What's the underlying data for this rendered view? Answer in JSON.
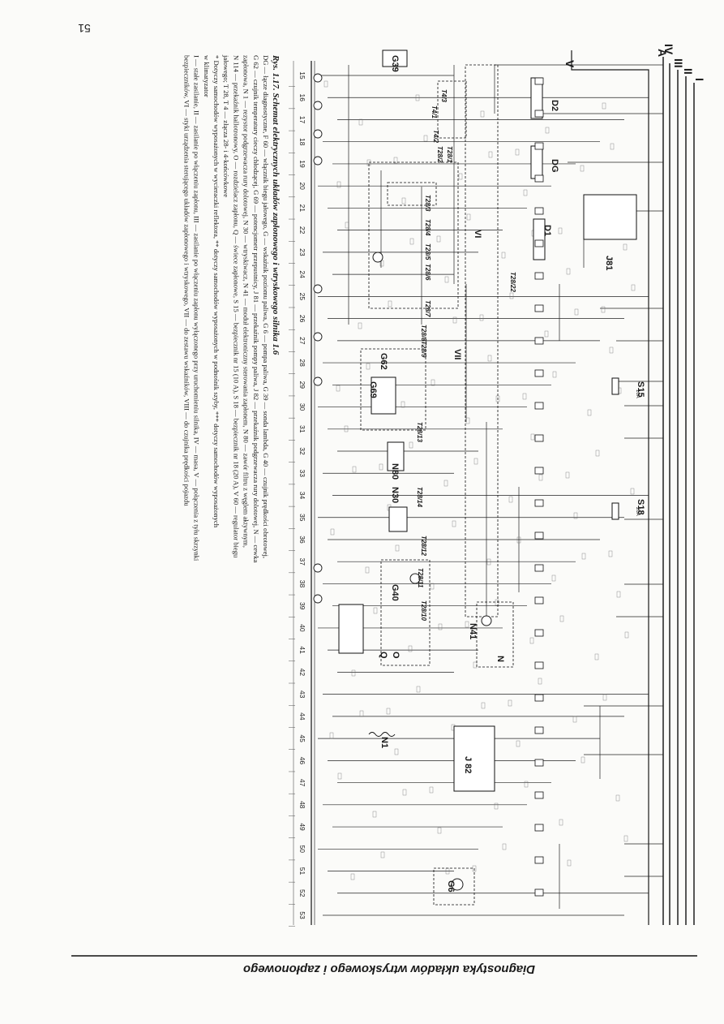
{
  "page_number": "51",
  "footer_title": "Diagnostyka układów wtryskowego i zapłonowego",
  "caption": {
    "heading": "Rys. 1.17. Schemat elektrycznych układów zapłonowego i wtryskowego silnika 1.6",
    "lines": [
      "DG — łącze diagnostyczne, F 60 — włącznik biegu jałowego, G — wskaźnik poziomu paliwa, G 6 — pompa paliwa, G 39 — sonda lambda, G 40 — czujnik prędkości obrotowej,",
      "G 62 — czujnik temperatury cieczy chłodzącej, G 69 — potencjometr przepustnicy, J 81 — przekaźnik pompy paliwa, J 82 — przekaźnik podgrzewacza rury dolotowej, N — cewka",
      "zapłonowa, N 1 — rezystor podgrzewacza rury dolotowej, N 30 — wtryskiwacz, N 41 — moduł elektroniczny sterowania zapłonem, N 80 — zawór filtru z węglem aktywnym,",
      "N 114 — przekaźnik hallotronowy, O — rozdzielacz zapłonu, Q — świece zapłonowe, S 15 — bezpiecznik nr 15 (10 A), S 18 — bezpiecznik nr 18 (20 A), V 60 — regulator biegu",
      "jałowego; T 28, T 4 — złącza 28- i 4-końcówkowe",
      "* Dotyczy samochodów wyposażonych w wycieraczki reflektora, ** dotyczy samochodów wyposażonych w podnośnik szyby, *** dotyczy samochodów wyposażonych",
      "w klimatyzator",
      "I — stałe zasilanie, II — zasilanie po włączeniu zapłonu, III — zasilanie po włączeniu zapłonu wyłączonego przy uruchomieniu silnika, IV — masa, V — połączenia z tyłu skrzynki",
      "bezpieczników, VI — styki urządzenia sterującego układów zapłonowego i wtryskowego, VII — do zestawu wskaźników, VIII — do czujnika prędkości pojazdu"
    ]
  },
  "rail_labels": [
    "IV",
    "III",
    "II",
    "I",
    "A",
    "V"
  ],
  "component_labels": [
    {
      "id": "D2",
      "text": "D2"
    },
    {
      "id": "DG",
      "text": "DG"
    },
    {
      "id": "D1",
      "text": "D1"
    },
    {
      "id": "J81",
      "text": "J81"
    },
    {
      "id": "VI",
      "text": "VI"
    },
    {
      "id": "VII",
      "text": "VII"
    },
    {
      "id": "G39",
      "text": "G39"
    },
    {
      "id": "G62",
      "text": "G62"
    },
    {
      "id": "G69",
      "text": "G69"
    },
    {
      "id": "S15",
      "text": "S15"
    },
    {
      "id": "S18",
      "text": "S18"
    },
    {
      "id": "N80",
      "text": "N80"
    },
    {
      "id": "N30",
      "text": "N30"
    },
    {
      "id": "G40",
      "text": "G40"
    },
    {
      "id": "N41",
      "text": "N41"
    },
    {
      "id": "N",
      "text": "N"
    },
    {
      "id": "O",
      "text": "O"
    },
    {
      "id": "Q",
      "text": "Q"
    },
    {
      "id": "N1",
      "text": "N1"
    },
    {
      "id": "J82",
      "text": "J 82"
    },
    {
      "id": "G6",
      "text": "G6"
    }
  ],
  "fuse_ratings": {
    "S15": "10A",
    "S18": "20A"
  },
  "connector_labels": [
    "T28/2",
    "T28/1",
    "T4/3",
    "T4/1",
    "T4/2",
    "T28/3",
    "T28/4",
    "T28/5",
    "T28/6",
    "T28/7",
    "T28/8",
    "T28/9",
    "T28/10",
    "T28/11",
    "T28/12",
    "T28/13",
    "T28/14",
    "T28/22"
  ],
  "column_numbers": [
    "15",
    "16",
    "17",
    "18",
    "19",
    "20",
    "21",
    "22",
    "23",
    "24",
    "25",
    "26",
    "27",
    "28",
    "29",
    "30",
    "31",
    "32",
    "33",
    "34",
    "35",
    "36",
    "37",
    "38",
    "39",
    "40",
    "41",
    "42",
    "43",
    "44",
    "45",
    "46",
    "47",
    "48",
    "49",
    "50",
    "51",
    "52",
    "53"
  ]
}
